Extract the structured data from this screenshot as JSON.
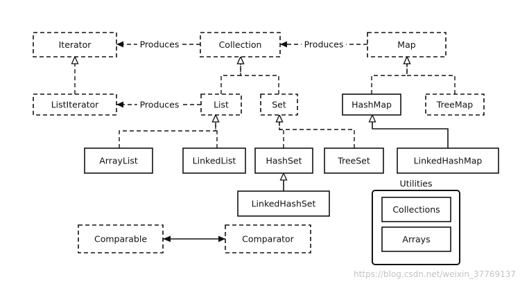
{
  "nodes": [
    {
      "id": "iterator",
      "label": "Iterator",
      "style": "dashed"
    },
    {
      "id": "collection",
      "label": "Collection",
      "style": "dashed"
    },
    {
      "id": "map",
      "label": "Map",
      "style": "dashed"
    },
    {
      "id": "listiterator",
      "label": "ListIterator",
      "style": "dashed"
    },
    {
      "id": "list",
      "label": "List",
      "style": "dashed"
    },
    {
      "id": "set",
      "label": "Set",
      "style": "dashed"
    },
    {
      "id": "hashmap",
      "label": "HashMap",
      "style": "solid"
    },
    {
      "id": "treemap",
      "label": "TreeMap",
      "style": "dashed"
    },
    {
      "id": "arraylist",
      "label": "ArrayList",
      "style": "solid"
    },
    {
      "id": "linkedlist",
      "label": "LinkedList",
      "style": "solid"
    },
    {
      "id": "hashset",
      "label": "HashSet",
      "style": "solid"
    },
    {
      "id": "treeset",
      "label": "TreeSet",
      "style": "solid"
    },
    {
      "id": "linkedhashmap",
      "label": "LinkedHashMap",
      "style": "solid"
    },
    {
      "id": "linkedhashset",
      "label": "LinkedHashSet",
      "style": "solid"
    },
    {
      "id": "collections",
      "label": "Collections",
      "style": "solid"
    },
    {
      "id": "arrays",
      "label": "Arrays",
      "style": "solid"
    },
    {
      "id": "comparable",
      "label": "Comparable",
      "style": "dashed"
    },
    {
      "id": "comparator",
      "label": "Comparator",
      "style": "dashed"
    }
  ],
  "edges": [
    {
      "from": "collection",
      "to": "iterator",
      "label": "Produces",
      "kind": "produces"
    },
    {
      "from": "map",
      "to": "collection",
      "label": "Produces",
      "kind": "produces"
    },
    {
      "from": "list",
      "to": "listiterator",
      "label": "Produces",
      "kind": "produces"
    },
    {
      "from": "listiterator",
      "to": "iterator",
      "label": "",
      "kind": "implements"
    },
    {
      "from": "list",
      "to": "collection",
      "label": "",
      "kind": "implements"
    },
    {
      "from": "set",
      "to": "collection",
      "label": "",
      "kind": "implements"
    },
    {
      "from": "hashmap",
      "to": "map",
      "label": "",
      "kind": "implements"
    },
    {
      "from": "treemap",
      "to": "map",
      "label": "",
      "kind": "implements"
    },
    {
      "from": "arraylist",
      "to": "list",
      "label": "",
      "kind": "implements"
    },
    {
      "from": "linkedlist",
      "to": "list",
      "label": "",
      "kind": "implements"
    },
    {
      "from": "hashset",
      "to": "set",
      "label": "",
      "kind": "implements"
    },
    {
      "from": "treeset",
      "to": "set",
      "label": "",
      "kind": "implements"
    },
    {
      "from": "linkedhashset",
      "to": "hashset",
      "label": "",
      "kind": "extends"
    },
    {
      "from": "linkedhashmap",
      "to": "hashmap",
      "label": "",
      "kind": "extends"
    },
    {
      "from": "comparable",
      "to": "comparator",
      "label": "",
      "kind": "bidirectional"
    }
  ],
  "groups": [
    {
      "id": "utilities",
      "label": "Utilities",
      "members": [
        "collections",
        "arrays"
      ]
    }
  ],
  "watermark": "https://blog.csdn.net/weixin_37769137"
}
